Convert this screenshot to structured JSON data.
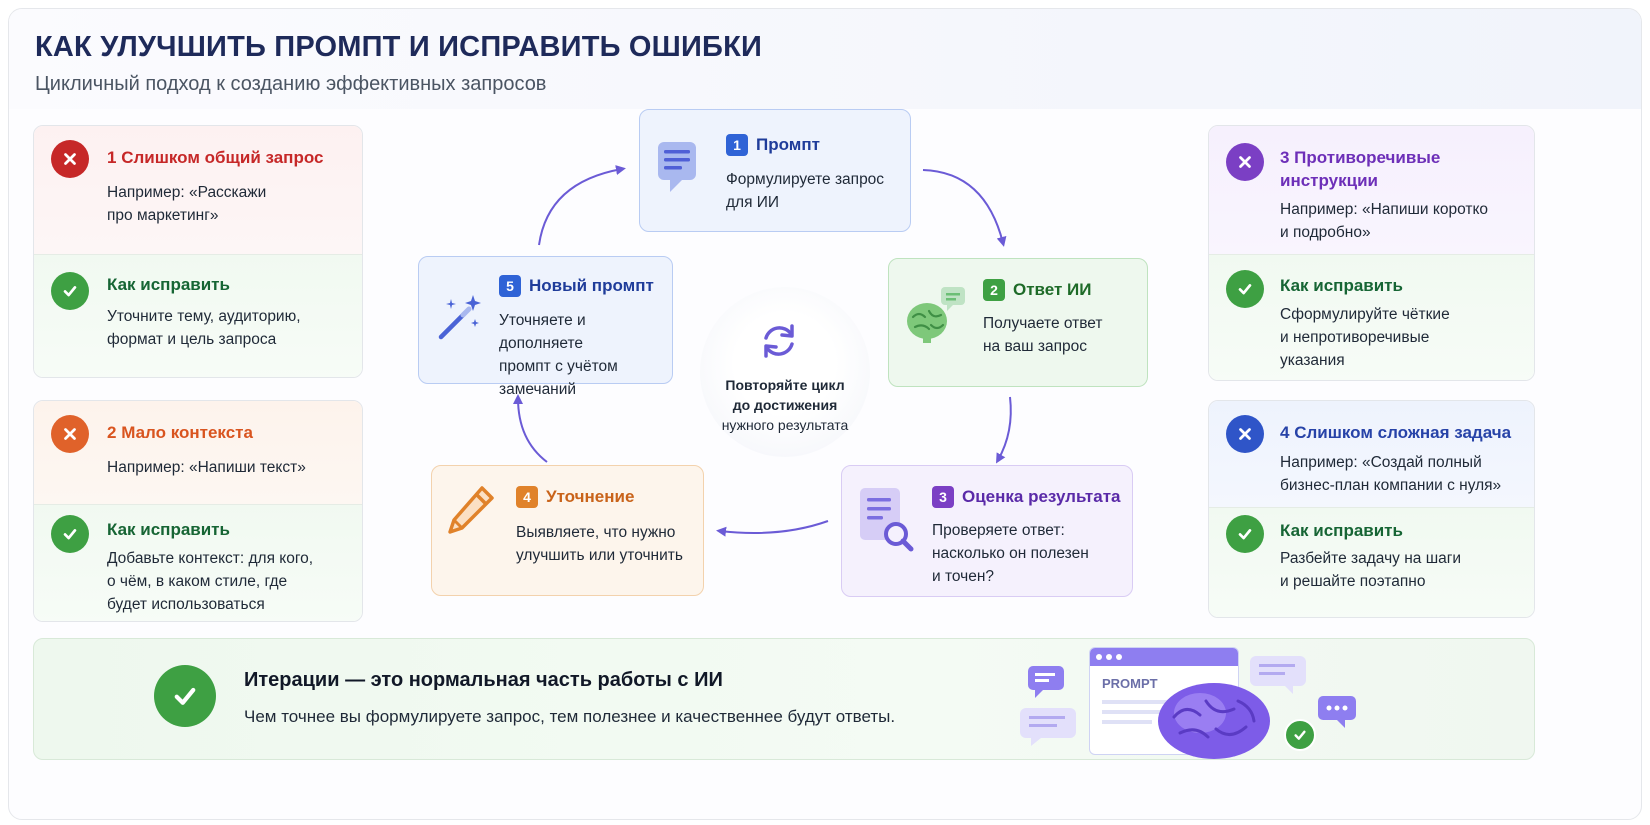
{
  "header": {
    "title": "КАК УЛУЧШИТЬ ПРОМПТ И ИСПРАВИТЬ ОШИБКИ",
    "subtitle": "Цикличный подход к созданию эффективных запросов"
  },
  "mistakes": [
    {
      "num": "1",
      "title": "Слишком общий запрос",
      "example": [
        "Например: «Расскажи",
        "про маркетинг»"
      ],
      "fix_title": "Как исправить",
      "fix": [
        "Уточните тему, аудиторию,",
        "формат и цель запроса"
      ],
      "color": "#c62828"
    },
    {
      "num": "2",
      "title": "Мало контекста",
      "example": [
        "Например: «Напиши текст»"
      ],
      "fix_title": "Как исправить",
      "fix": [
        "Добавьте контекст: для кого,",
        "о чём, в каком стиле, где",
        "будет использоваться"
      ],
      "color": "#e0622a"
    },
    {
      "num": "3",
      "title": "Противоречивые инструкции",
      "title_lines": [
        "3 Противоречивые",
        "инструкции"
      ],
      "example": [
        "Например: «Напиши коротко",
        "и подробно»"
      ],
      "fix_title": "Как исправить",
      "fix": [
        "Сформулируйте чёткие",
        "и непротиворечивые",
        "указания"
      ],
      "color": "#7b3fc4"
    },
    {
      "num": "4",
      "title": "Слишком сложная задача",
      "example": [
        "Например: «Создай полный",
        "бизнес-план компании с нуля»"
      ],
      "fix_title": "Как исправить",
      "fix": [
        "Разбейте задачу на шаги",
        "и решайте поэтапно"
      ],
      "color": "#2f55c8"
    }
  ],
  "cycle": [
    {
      "num": "1",
      "title": "Промпт",
      "text": [
        "Формулируете запрос",
        "для ИИ"
      ],
      "color": "#2f63d6",
      "icon": "chat-document-icon"
    },
    {
      "num": "2",
      "title": "Ответ ИИ",
      "text": [
        "Получаете ответ",
        "на ваш запрос"
      ],
      "color": "#3ea043",
      "icon": "brain-icon"
    },
    {
      "num": "3",
      "title": "Оценка результата",
      "text": [
        "Проверяете ответ:",
        "насколько он полезен",
        "и точен?"
      ],
      "color": "#7b3fc4",
      "icon": "document-search-icon"
    },
    {
      "num": "4",
      "title": "Уточнение",
      "text": [
        "Выявляете, что нужно",
        "улучшить или уточнить"
      ],
      "color": "#e0822a",
      "icon": "pencil-icon"
    },
    {
      "num": "5",
      "title": "Новый промпт",
      "text": [
        "Уточняете и дополняете",
        "промпт с учётом",
        "замечаний"
      ],
      "color": "#2f63d6",
      "icon": "magic-wand-icon"
    }
  ],
  "center": {
    "bold": [
      "Повторяйте цикл",
      "до достижения"
    ],
    "normal": "нужного результата",
    "icon": "refresh-icon"
  },
  "bottom": {
    "title": "Итерации — это нормальная часть работы с ИИ",
    "text": "Чем точнее вы формулируете запрос, тем полезнее и качественнее будут ответы.",
    "illustration_label": "PROMPT"
  },
  "colors": {
    "navy": "#1e2a5a",
    "green": "#3ea043",
    "arrow": "#6b5bd6"
  }
}
